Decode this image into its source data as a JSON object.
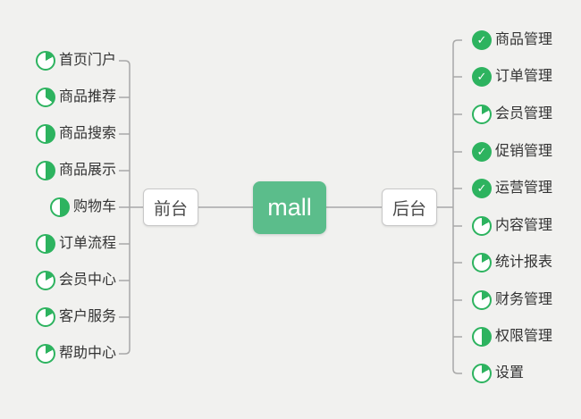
{
  "canvas": {
    "background": "#f1f1ef"
  },
  "colors": {
    "root_green": "#5bbd8b",
    "icon_green": "#2db35f",
    "line_gray": "#a8a8a8",
    "branch_border": "#c8c8c8",
    "text_dark": "#333333"
  },
  "root": {
    "label": "mall"
  },
  "branches": {
    "left": {
      "label": "前台",
      "items": [
        {
          "label": "首页门户",
          "icon": {
            "type": "pie",
            "percent": 17
          }
        },
        {
          "label": "商品推荐",
          "icon": {
            "type": "pie",
            "percent": 35
          }
        },
        {
          "label": "商品搜索",
          "icon": {
            "type": "pie",
            "percent": 50
          }
        },
        {
          "label": "商品展示",
          "icon": {
            "type": "pie",
            "percent": 50
          }
        },
        {
          "label": "购物车",
          "icon": {
            "type": "pie",
            "percent": 50
          }
        },
        {
          "label": "订单流程",
          "icon": {
            "type": "pie",
            "percent": 50
          }
        },
        {
          "label": "会员中心",
          "icon": {
            "type": "pie",
            "percent": 17
          }
        },
        {
          "label": "客户服务",
          "icon": {
            "type": "pie",
            "percent": 17
          }
        },
        {
          "label": "帮助中心",
          "icon": {
            "type": "pie",
            "percent": 17
          }
        }
      ]
    },
    "right": {
      "label": "后台",
      "items": [
        {
          "label": "商品管理",
          "icon": {
            "type": "check"
          }
        },
        {
          "label": "订单管理",
          "icon": {
            "type": "check"
          }
        },
        {
          "label": "会员管理",
          "icon": {
            "type": "pie",
            "percent": 17
          }
        },
        {
          "label": "促销管理",
          "icon": {
            "type": "check"
          }
        },
        {
          "label": "运营管理",
          "icon": {
            "type": "check"
          }
        },
        {
          "label": "内容管理",
          "icon": {
            "type": "pie",
            "percent": 17
          }
        },
        {
          "label": "统计报表",
          "icon": {
            "type": "pie",
            "percent": 17
          }
        },
        {
          "label": "财务管理",
          "icon": {
            "type": "pie",
            "percent": 17
          }
        },
        {
          "label": "权限管理",
          "icon": {
            "type": "pie",
            "percent": 50
          }
        },
        {
          "label": "设置",
          "icon": {
            "type": "pie",
            "percent": 17
          }
        }
      ]
    }
  }
}
